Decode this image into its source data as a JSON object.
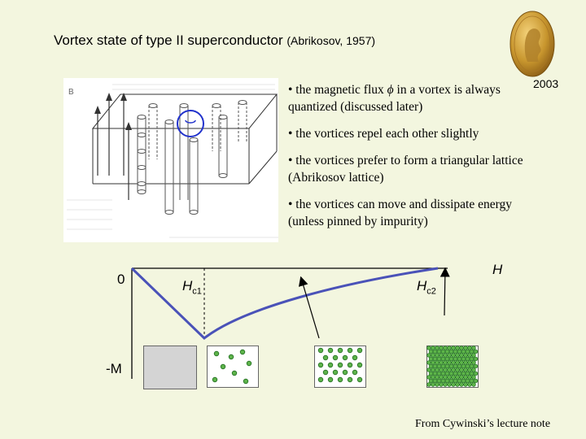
{
  "title": {
    "main": "Vortex state of type II superconductor",
    "sub": "(Abrikosov, 1957)"
  },
  "nobel_year": "2003",
  "figure": {
    "b_label": "B"
  },
  "bullets": [
    {
      "before": "• the magnetic flux ",
      "symbol": "ϕ",
      "after": " in a vortex is always quantized (discussed later)"
    },
    {
      "text": "• the vortices repel each other slightly"
    },
    {
      "text": "• the vortices prefer to form a triangular lattice (Abrikosov lattice)"
    },
    {
      "text": "• the vortices can move and dissipate energy (unless pinned by impurity)"
    }
  ],
  "plot": {
    "origin": "0",
    "y_label": "-M",
    "x_label": "H",
    "hc1_main": "H",
    "hc1_sub": "c1",
    "hc2_main": "H",
    "hc2_sub": "c2"
  },
  "colors": {
    "background": "#f3f6df",
    "curve": "#4a52b8",
    "vortex_fill": "#5db34a",
    "vortex_stroke": "#1e6b1e",
    "sample_fill": "#d4d4d4",
    "sample_bg": "#ffffff"
  },
  "footer": "From Cywinski’s lecture note"
}
